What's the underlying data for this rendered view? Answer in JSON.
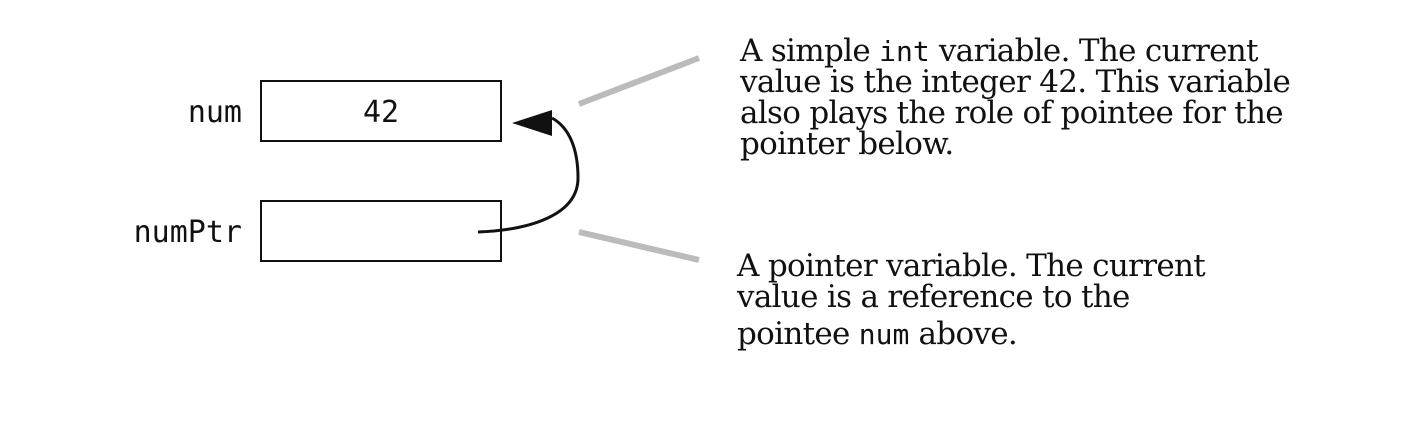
{
  "variables": {
    "num": {
      "label": "num",
      "value": "42"
    },
    "numPtr": {
      "label": "numPtr",
      "value": ""
    }
  },
  "captions": {
    "int_variable": {
      "line1_pre": "A simple ",
      "line1_code": "int",
      "line1_post": " variable. The current",
      "line2": "value is the integer 42. This variable",
      "line3": "also plays the role of pointee for the",
      "line4": "pointer below."
    },
    "pointer_variable": {
      "line1": "A pointer variable. The current",
      "line2": "value is a reference to the",
      "line3_pre": "pointee ",
      "line3_code": "num",
      "line3_post": " above."
    }
  },
  "colors": {
    "ink": "#111111",
    "leader_line": "#bbbbbb",
    "background": "#ffffff"
  }
}
